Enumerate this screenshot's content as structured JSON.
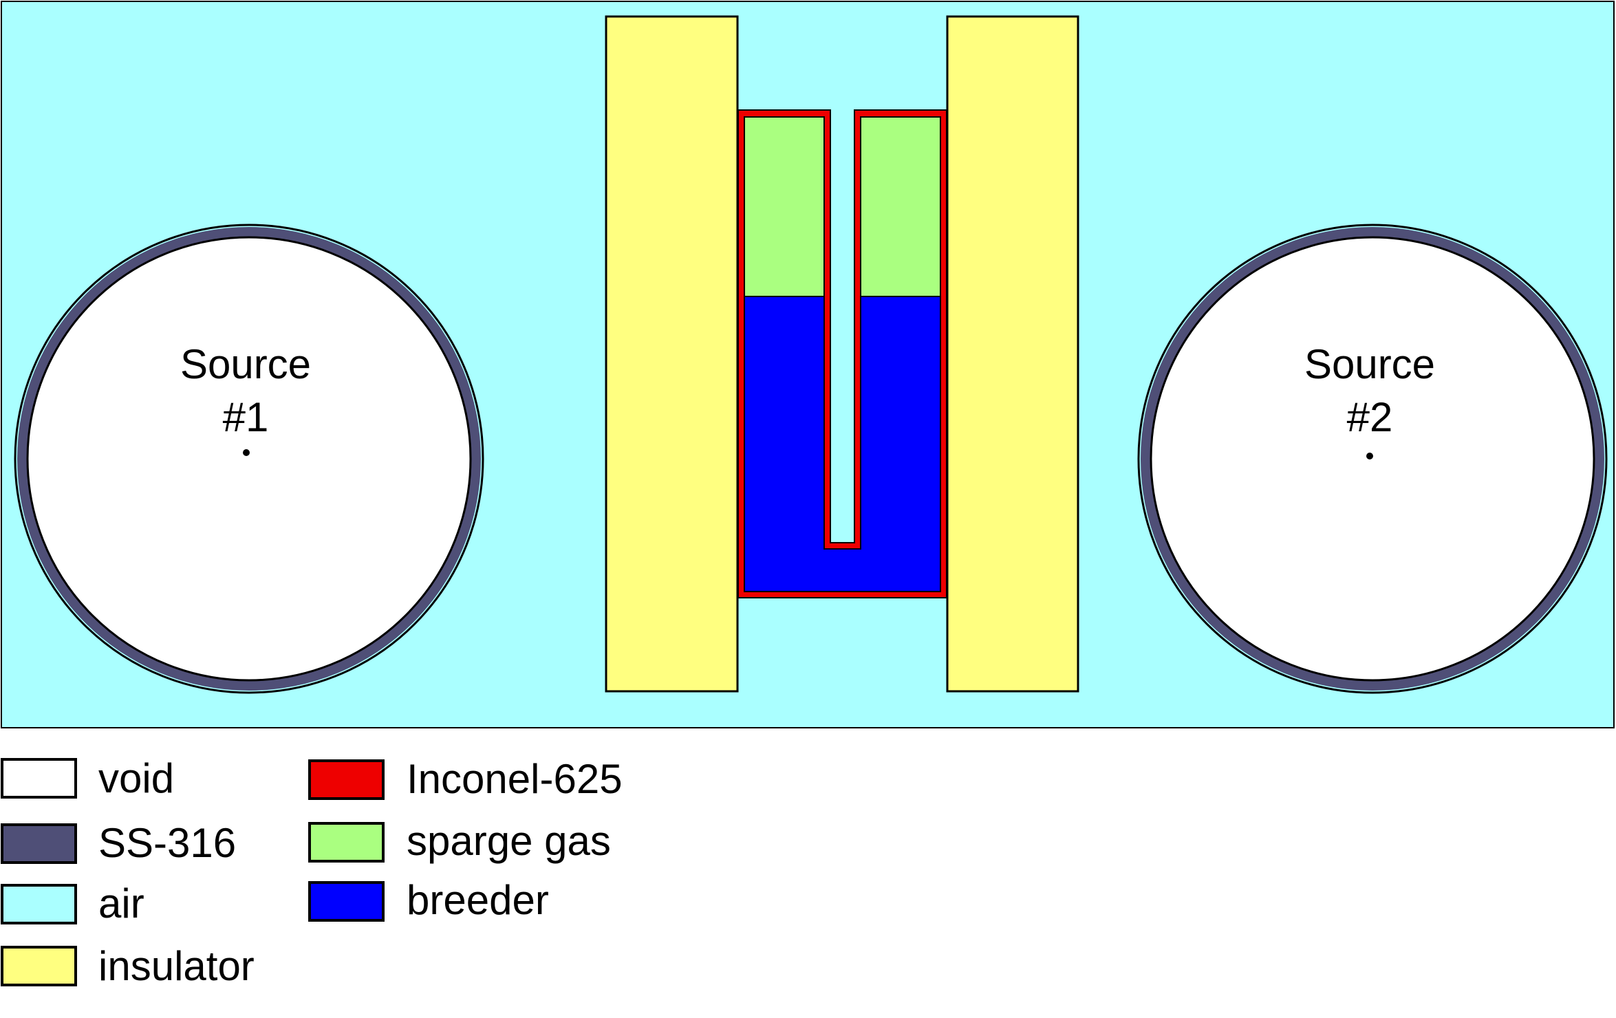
{
  "sources": [
    {
      "line1": "Source",
      "line2": "#1"
    },
    {
      "line1": "Source",
      "line2": "#2"
    }
  ],
  "legend": [
    {
      "label": "void",
      "color": "#ffffff"
    },
    {
      "label": "SS-316",
      "color": "#4f4f77"
    },
    {
      "label": "air",
      "color": "#aaffff"
    },
    {
      "label": "insulator",
      "color": "#ffff80"
    },
    {
      "label": "Inconel-625",
      "color": "#cc0000"
    },
    {
      "label": "sparge gas",
      "color": "#aaff80"
    },
    {
      "label": "breeder",
      "color": "#0000ff"
    }
  ],
  "colors": {
    "void": "#ffffff",
    "ss316": "#4f4f77",
    "air": "#aaffff",
    "insulator": "#ffff80",
    "inconel": "#ee0000",
    "sparge_gas": "#aaff80",
    "breeder": "#0000ff",
    "outline": "#000000"
  }
}
